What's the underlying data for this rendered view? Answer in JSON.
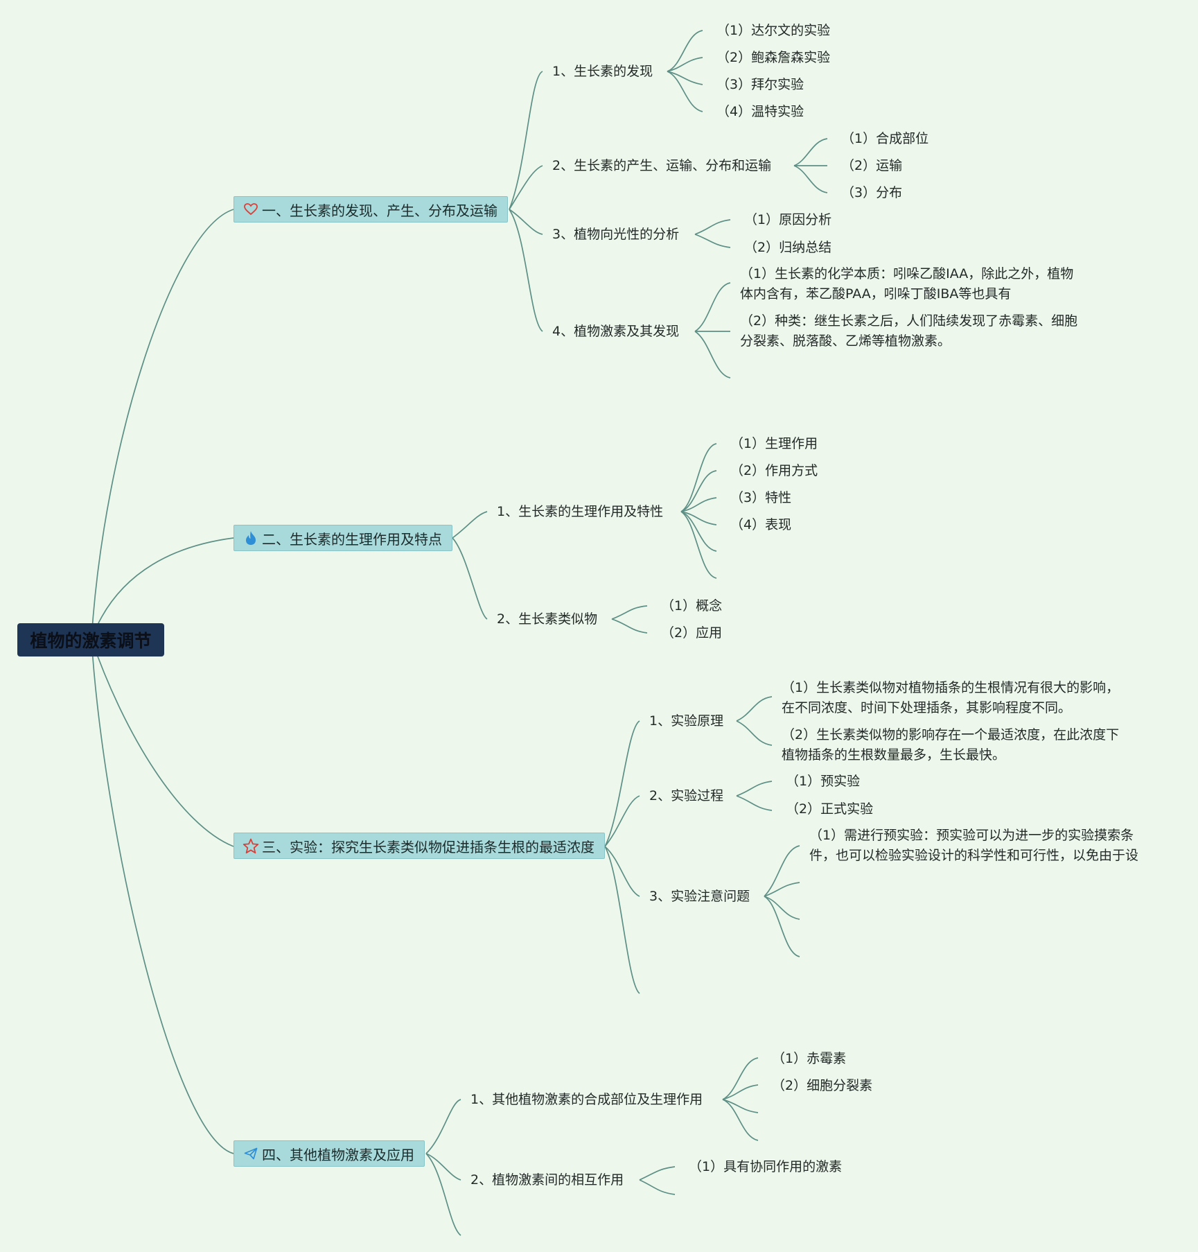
{
  "root": "植物的激素调节",
  "icons": {
    "b1": "heart-icon",
    "b2": "flame-icon",
    "b3": "star-icon",
    "b4": "paper-plane-icon"
  },
  "colors": {
    "background": "#eef7ec",
    "root_fill": "#1f3555",
    "branch_fill": "#a9dadb",
    "line": "#5c8f85"
  },
  "branches": [
    {
      "label": "一、生长素的发现、产生、分布及运输",
      "children": [
        {
          "label": "1、生长素的发现",
          "children": [
            "（1）达尔文的实验",
            "（2）鲍森詹森实验",
            "（3）拜尔实验",
            "（4）温特实验"
          ]
        },
        {
          "label": "2、生长素的产生、运输、分布和运输",
          "children": [
            "（1）合成部位",
            "（2）运输",
            "（3）分布"
          ]
        },
        {
          "label": "3、植物向光性的分析",
          "children": [
            "（1）原因分析",
            "（2）归纳总结"
          ]
        },
        {
          "label": "4、植物激素及其发现",
          "children": [
            "（1）生长素的化学本质：吲哚乙酸IAA，除此之外，植物体内含有，苯乙酸PAA，吲哚丁酸IBA等也具有",
            "（2）种类：继生长素之后，人们陆续发现了赤霉素、细胞分裂素、脱落酸、乙烯等植物激素。"
          ]
        }
      ]
    },
    {
      "label": "二、生长素的生理作用及特点",
      "children": [
        {
          "label": "1、生长素的生理作用及特性",
          "children": [
            "（1）生理作用",
            "（2）作用方式",
            "（3）特性",
            "（4）表现"
          ]
        },
        {
          "label": "2、生长素类似物",
          "children": [
            "（1）概念",
            "（2）应用"
          ]
        }
      ]
    },
    {
      "label": "三、实验：探究生长素类似物促进插条生根的最适浓度",
      "children": [
        {
          "label": "1、实验原理",
          "children": [
            "（1）生长素类似物对植物插条的生根情况有很大的影响，在不同浓度、时间下处理插条，其影响程度不同。",
            "（2）生长素类似物的影响存在一个最适浓度，在此浓度下植物插条的生根数量最多，生长最快。"
          ]
        },
        {
          "label": "2、实验过程",
          "children": [
            "（1）预实验",
            "（2）正式实验"
          ]
        },
        {
          "label": "3、实验注意问题",
          "children": [
            "（1）需进行预实验：预实验可以为进一步的实验摸索条件，也可以检验实验设计的科学性和可行性，以免由于设"
          ]
        }
      ]
    },
    {
      "label": "四、其他植物激素及应用",
      "children": [
        {
          "label": "1、其他植物激素的合成部位及生理作用",
          "children": [
            "（1）赤霉素",
            "（2）细胞分裂素"
          ]
        },
        {
          "label": "2、植物激素间的相互作用",
          "children": [
            "（1）具有协同作用的激素"
          ]
        }
      ]
    }
  ]
}
